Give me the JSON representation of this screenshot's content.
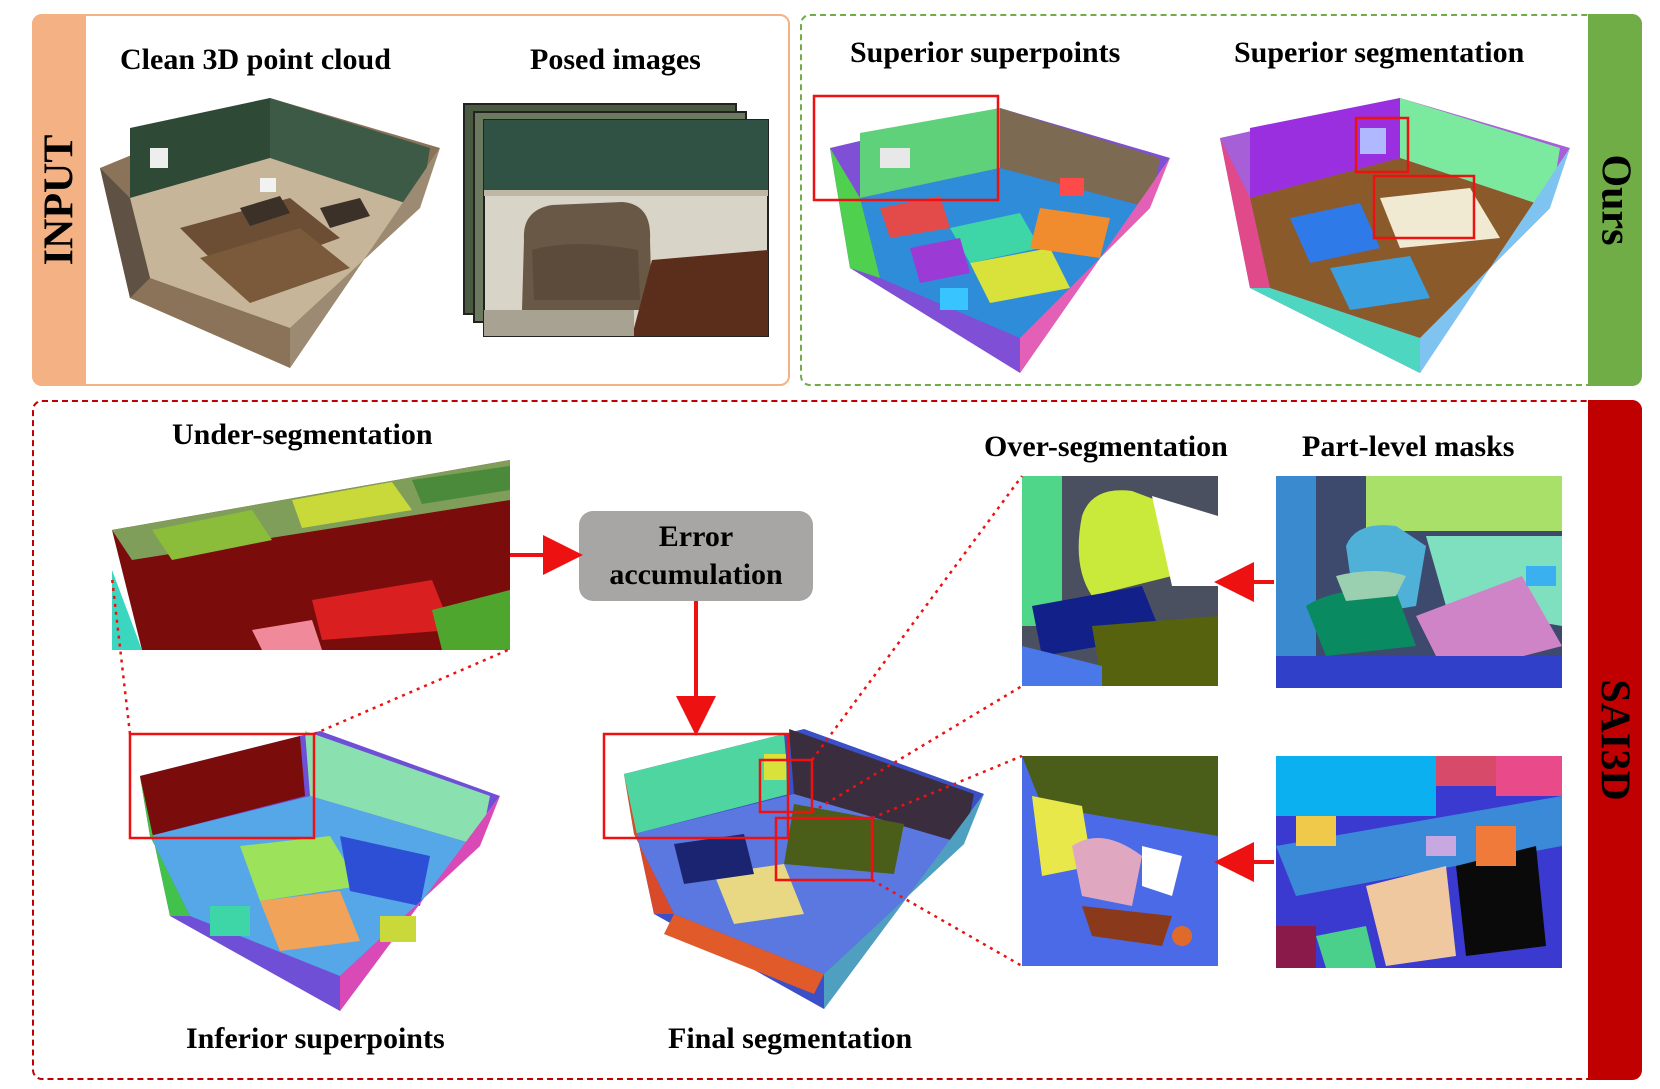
{
  "sections": {
    "input": {
      "label": "INPUT",
      "color": "#f4b183",
      "border": "#f4b183"
    },
    "ours": {
      "label": "Ours",
      "color": "#70ad47",
      "border": "#70ad47"
    },
    "sai3d": {
      "label": "SAI3D",
      "color": "#c00000",
      "border": "#c00000"
    }
  },
  "captions": {
    "clean_point_cloud": "Clean 3D point cloud",
    "posed_images": "Posed images",
    "superior_superpoints": "Superior superpoints",
    "superior_segmentation": "Superior segmentation",
    "under_segmentation": "Under-segmentation",
    "over_segmentation": "Over-segmentation",
    "part_level_masks": "Part-level masks",
    "inferior_superpoints": "Inferior superpoints",
    "final_segmentation": "Final segmentation"
  },
  "error_box": {
    "line1": "Error",
    "line2": "accumulation"
  },
  "colors": {
    "arrow": "#ee1111",
    "highlight": "#ee1111"
  }
}
